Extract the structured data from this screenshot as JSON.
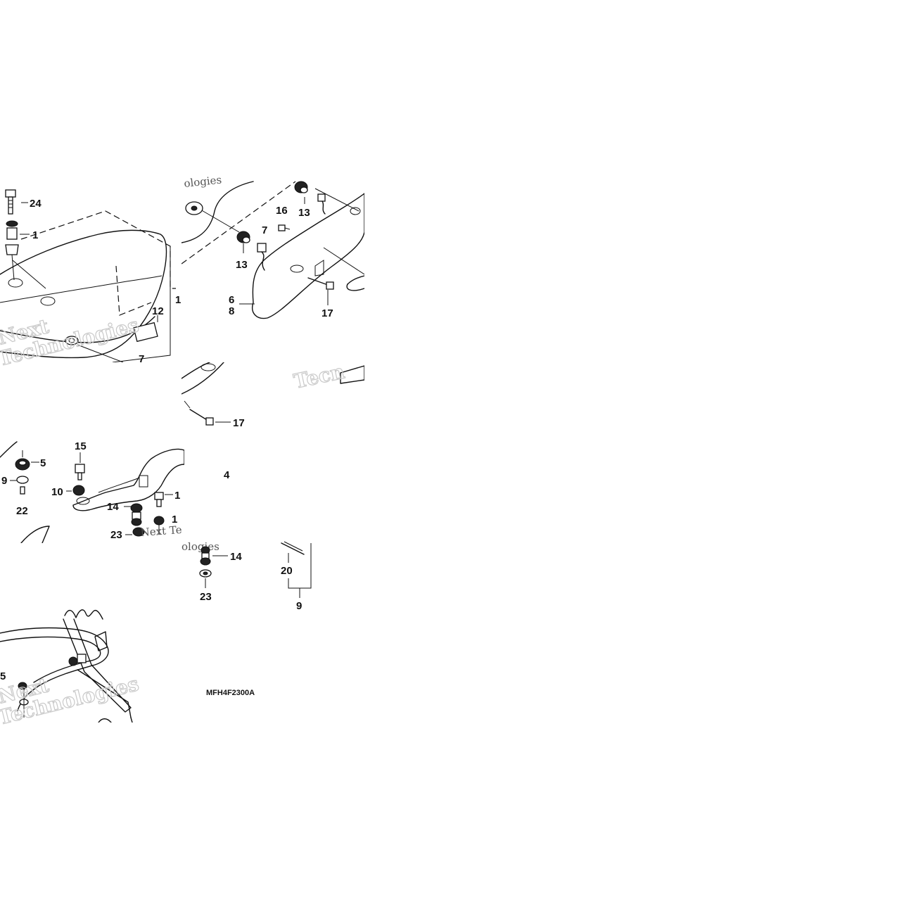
{
  "diagram": {
    "drawing_code": "MFH4F2300A",
    "watermark_text_1": "Next",
    "watermark_text_2": "Technologies",
    "watermark_text_3": "Tecn",
    "watermark_text_4": "ologies",
    "watermark_text_5": "Next Te",
    "callouts": [
      {
        "id": "c24",
        "label": "24"
      },
      {
        "id": "c1a",
        "label": "1"
      },
      {
        "id": "c1b",
        "label": "1"
      },
      {
        "id": "c12",
        "label": "12"
      },
      {
        "id": "c7a",
        "label": "7"
      },
      {
        "id": "c16",
        "label": "16"
      },
      {
        "id": "c7b",
        "label": "7"
      },
      {
        "id": "c13a",
        "label": "13"
      },
      {
        "id": "c13b",
        "label": "13"
      },
      {
        "id": "c6",
        "label": "6"
      },
      {
        "id": "c8",
        "label": "8"
      },
      {
        "id": "c17a",
        "label": "17"
      },
      {
        "id": "c17b",
        "label": "17"
      },
      {
        "id": "c15",
        "label": "15"
      },
      {
        "id": "c5a",
        "label": "5"
      },
      {
        "id": "c9a",
        "label": "9"
      },
      {
        "id": "c22",
        "label": "22"
      },
      {
        "id": "c10",
        "label": "10"
      },
      {
        "id": "c4",
        "label": "4"
      },
      {
        "id": "c1c",
        "label": "1"
      },
      {
        "id": "c14a",
        "label": "14"
      },
      {
        "id": "c1d",
        "label": "1"
      },
      {
        "id": "c23a",
        "label": "23"
      },
      {
        "id": "c14b",
        "label": "14"
      },
      {
        "id": "c23b",
        "label": "23"
      },
      {
        "id": "c20",
        "label": "20"
      },
      {
        "id": "c9b",
        "label": "9"
      },
      {
        "id": "c5b",
        "label": "5"
      }
    ]
  }
}
